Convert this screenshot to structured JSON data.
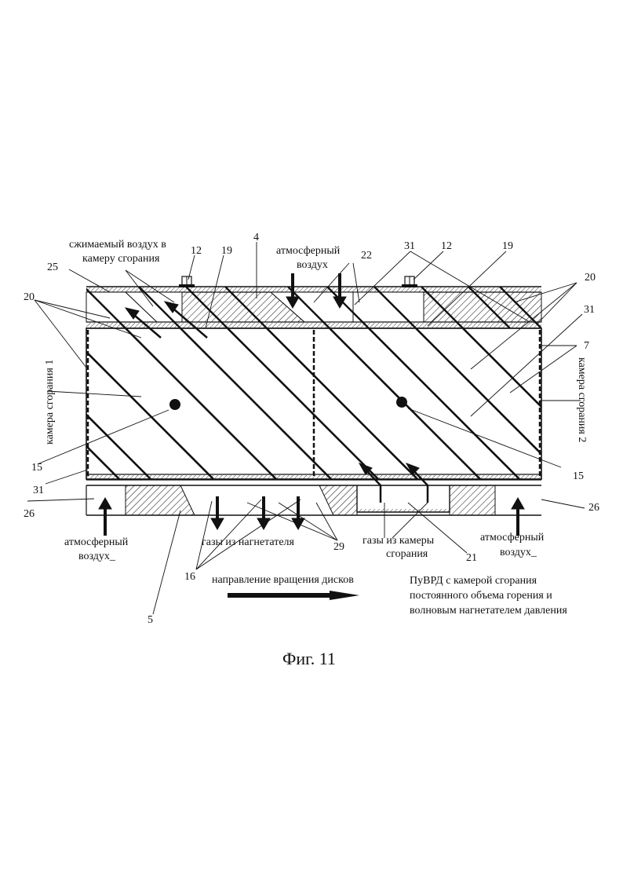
{
  "labels": {
    "compressed_air_line1": "сжимаемый воздух в",
    "compressed_air_line2": "камеру сгорания",
    "atmospheric_top_line1": "атмосферный",
    "atmospheric_top_line2": "воздух",
    "chamber1": "камера сгорания 1",
    "chamber2": "камера сгорания 2",
    "atmospheric_left_line1": "атмосферный",
    "atmospheric_left_line2": "воздух_",
    "atmospheric_right_line1": "атмосферный",
    "atmospheric_right_line2": "воздух_",
    "gases_supercharger": "газы из нагнетателя",
    "gases_chamber_line1": "газы из камеры",
    "gases_chamber_line2": "сгорания",
    "rotation_direction": "направление вращения дисков",
    "desc_line1": "ПуВРД с камерой сгорания",
    "desc_line2": "постоянного объема горения и",
    "desc_line3": "волновым нагнетателем давления",
    "figure_caption": "Фиг. 11"
  },
  "refs": {
    "r25": "25",
    "r12a": "12",
    "r19a": "19",
    "r4": "4",
    "r22": "22",
    "r31a": "31",
    "r12b": "12",
    "r19b": "19",
    "r20a": "20",
    "r20b": "20",
    "r31b": "31",
    "r7": "7",
    "r15a": "15",
    "r31c": "31",
    "r26a": "26",
    "r15b": "15",
    "r26b": "26",
    "r29": "29",
    "r21": "21",
    "r16": "16",
    "r5": "5"
  }
}
